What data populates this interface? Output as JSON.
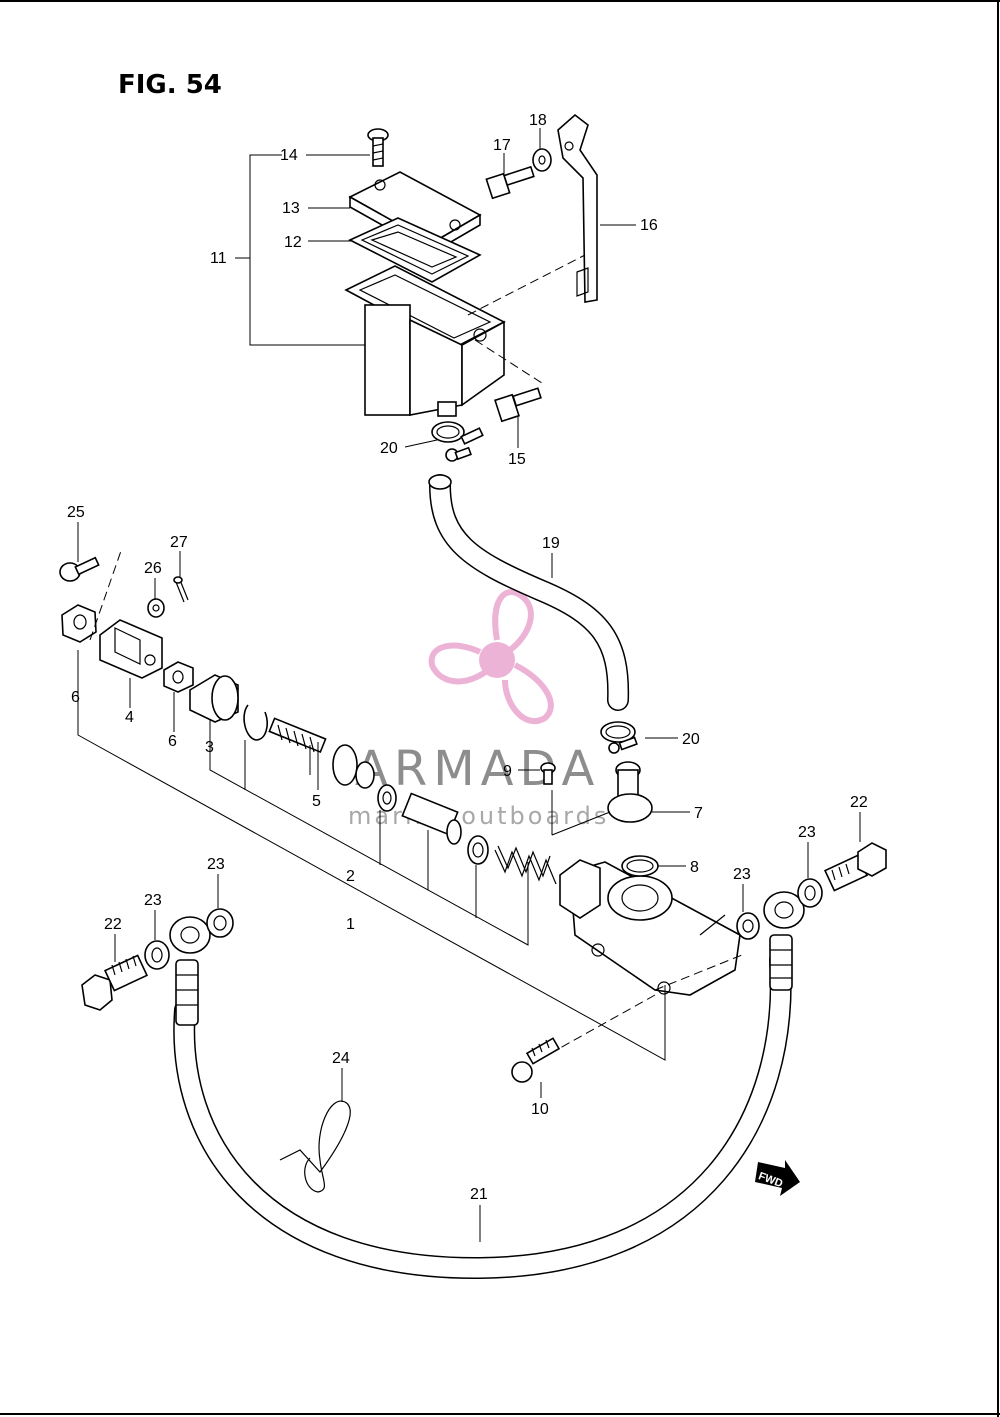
{
  "figure": {
    "title": "FIG. 54"
  },
  "watermark": {
    "brand": "ARMADA",
    "tagline": "marine outboards",
    "accent_color": "#e9a6cf"
  },
  "fwd_arrow": {
    "label": "FWD"
  },
  "callouts": [
    {
      "id": "c14",
      "label": "14"
    },
    {
      "id": "c13",
      "label": "13"
    },
    {
      "id": "c12",
      "label": "12"
    },
    {
      "id": "c11",
      "label": "11"
    },
    {
      "id": "c17",
      "label": "17"
    },
    {
      "id": "c18",
      "label": "18"
    },
    {
      "id": "c16",
      "label": "16"
    },
    {
      "id": "c20a",
      "label": "20"
    },
    {
      "id": "c15",
      "label": "15"
    },
    {
      "id": "c19",
      "label": "19"
    },
    {
      "id": "c25",
      "label": "25"
    },
    {
      "id": "c27",
      "label": "27"
    },
    {
      "id": "c26",
      "label": "26"
    },
    {
      "id": "c6a",
      "label": "6"
    },
    {
      "id": "c4",
      "label": "4"
    },
    {
      "id": "c6b",
      "label": "6"
    },
    {
      "id": "c3",
      "label": "3"
    },
    {
      "id": "c5",
      "label": "5"
    },
    {
      "id": "c2",
      "label": "2"
    },
    {
      "id": "c1",
      "label": "1"
    },
    {
      "id": "c20b",
      "label": "20"
    },
    {
      "id": "c9",
      "label": "9"
    },
    {
      "id": "c7",
      "label": "7"
    },
    {
      "id": "c8",
      "label": "8"
    },
    {
      "id": "c22a",
      "label": "22"
    },
    {
      "id": "c23a",
      "label": "23"
    },
    {
      "id": "c23b",
      "label": "23"
    },
    {
      "id": "c23c",
      "label": "23"
    },
    {
      "id": "c23d",
      "label": "23"
    },
    {
      "id": "c22b",
      "label": "22"
    },
    {
      "id": "c24",
      "label": "24"
    },
    {
      "id": "c10",
      "label": "10"
    },
    {
      "id": "c21",
      "label": "21"
    }
  ]
}
